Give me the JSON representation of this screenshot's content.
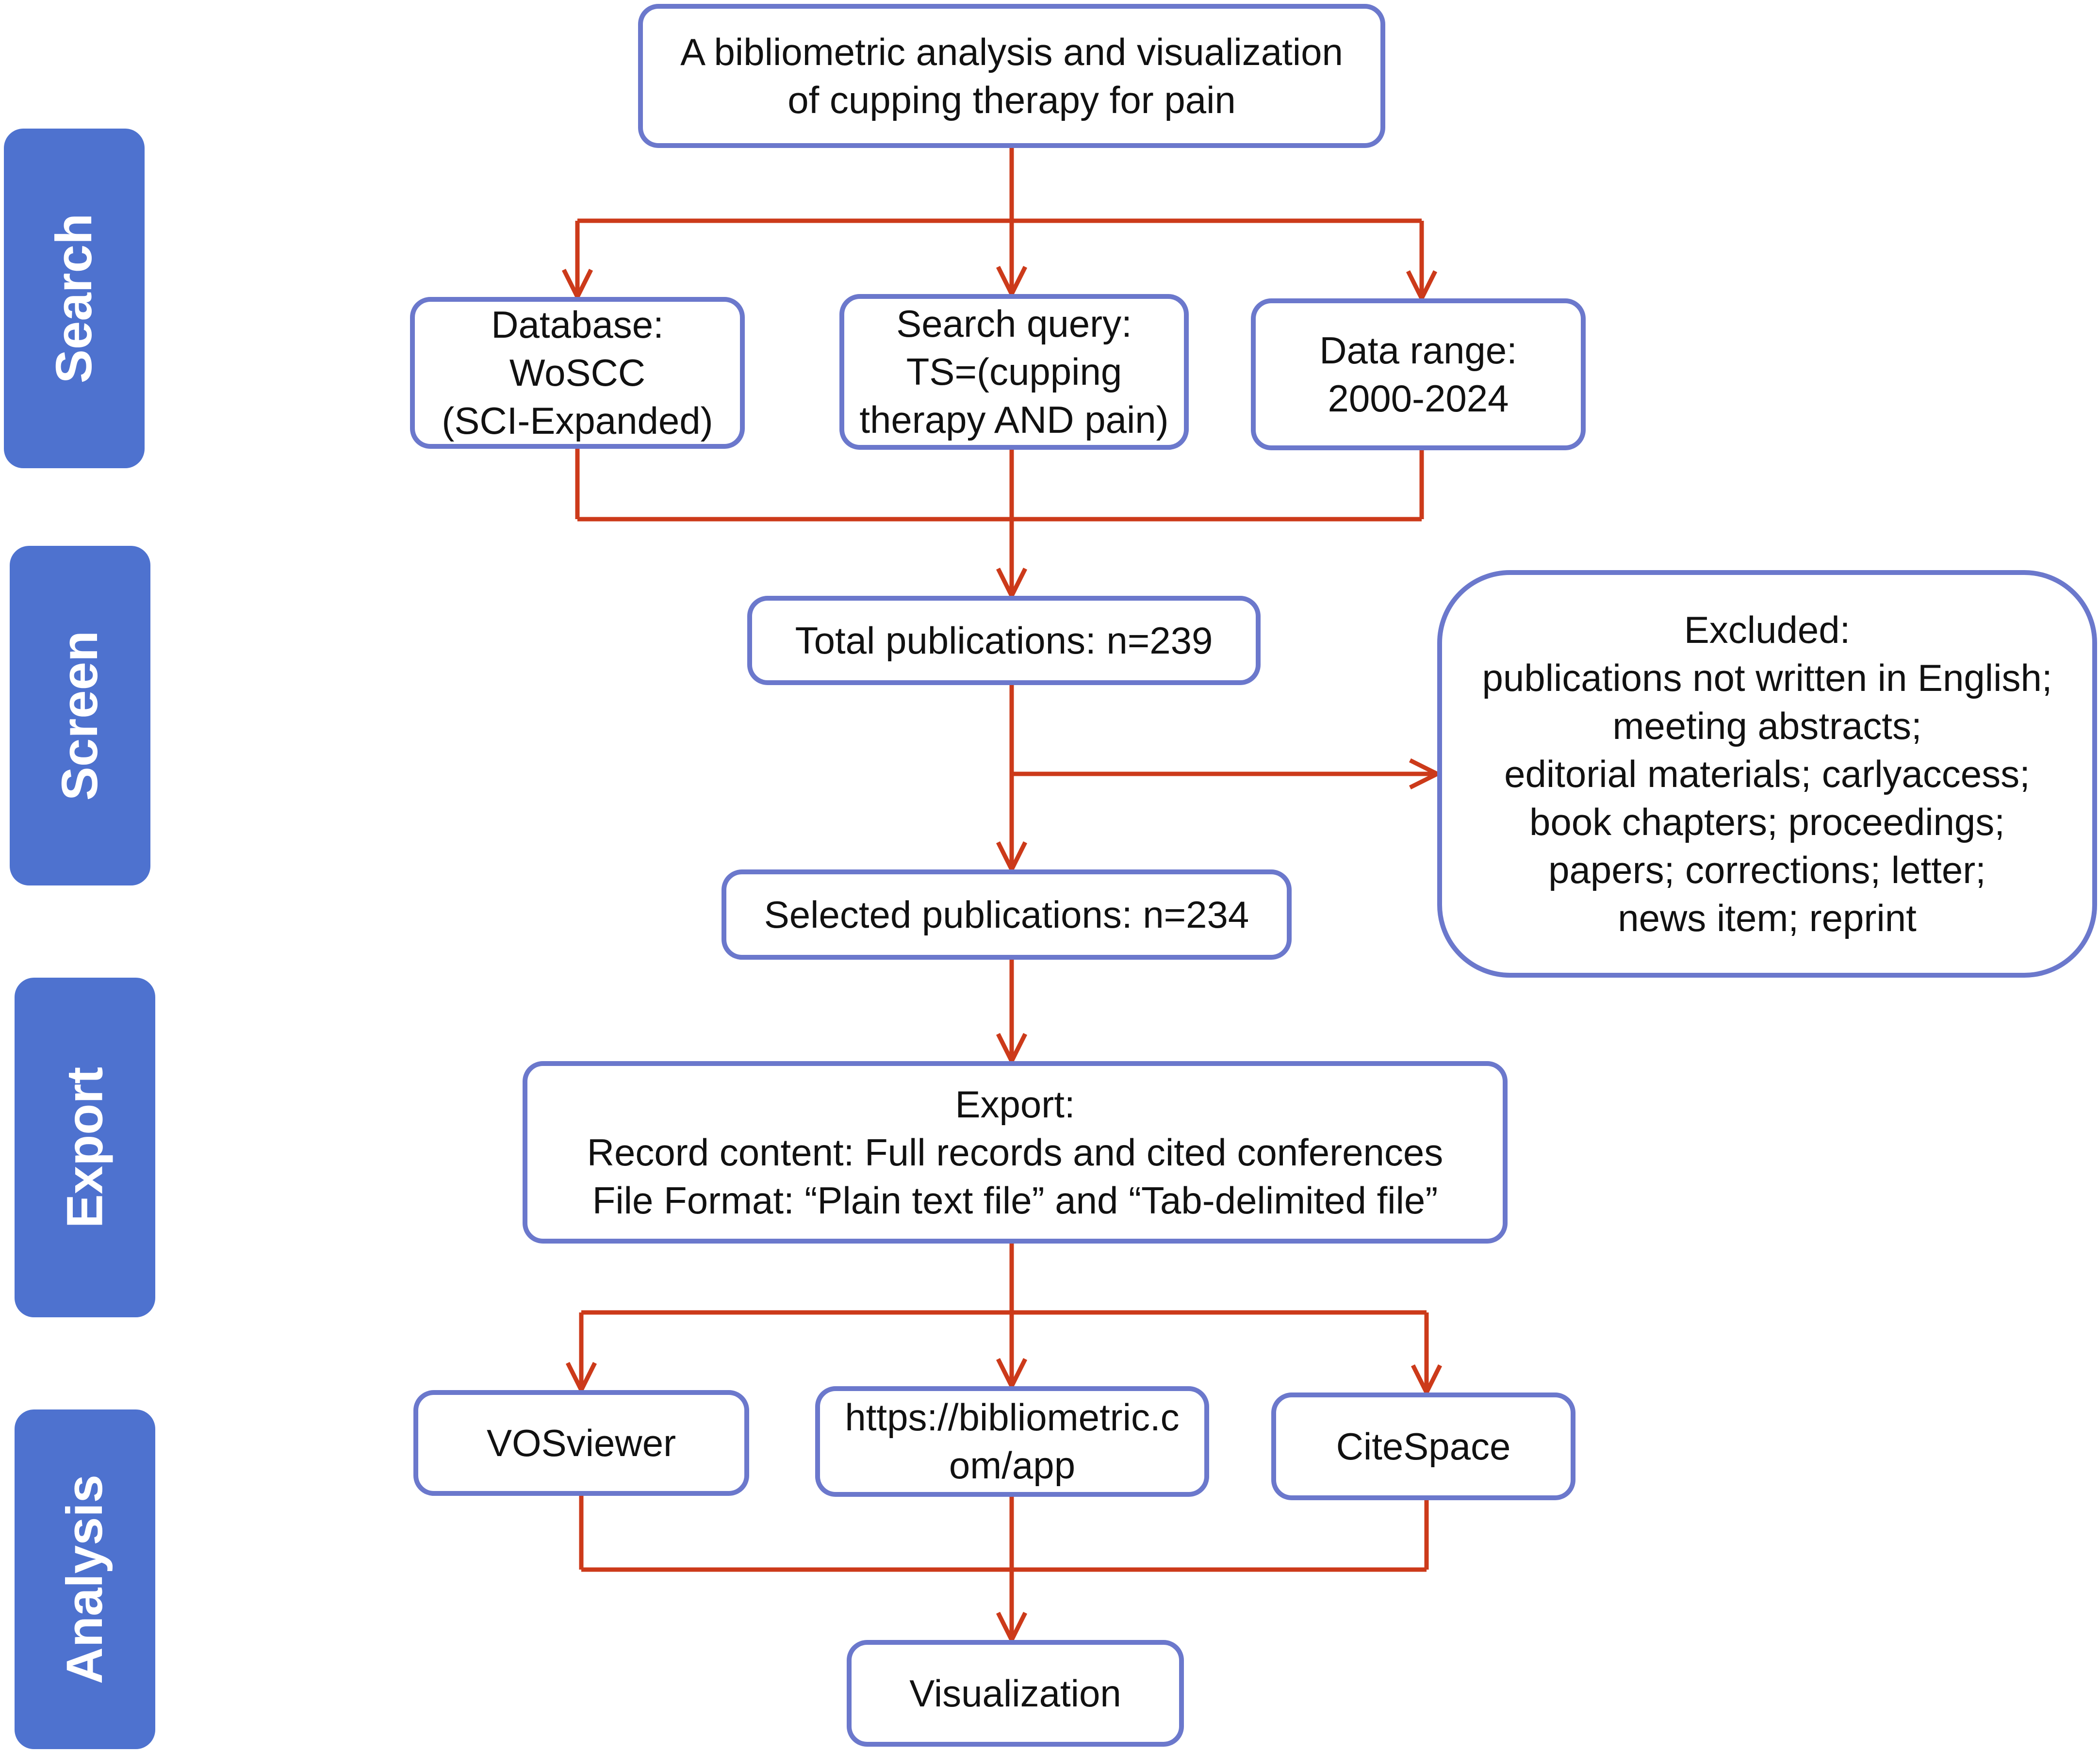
{
  "title_box": {
    "lines": [
      "A bibliometric analysis and visualization",
      "of cupping therapy for pain"
    ]
  },
  "phases": {
    "search": "Search",
    "screen": "Screen",
    "export": "Export",
    "analysis": "Analysis"
  },
  "search": {
    "database": {
      "lines": [
        "Database:",
        "WoSCC",
        "(SCI-Expanded)"
      ]
    },
    "query": {
      "lines": [
        "Search query:",
        "TS=(cupping",
        "therapy AND pain)"
      ]
    },
    "range": {
      "lines": [
        "Data range:",
        "2000-2024"
      ]
    }
  },
  "screen": {
    "total": "Total publications: n=239",
    "selected": "Selected publications: n=234",
    "excluded": {
      "lines": [
        "Excluded:",
        "publications not written in English;",
        "meeting abstracts;",
        "editorial materials; carlyaccess;",
        "book chapters; proceedings;",
        "papers; corrections; letter;",
        "news item; reprint"
      ]
    }
  },
  "export": {
    "lines": [
      "Export:",
      "Record content: Full records and cited conferences",
      "File Format: “Plain text file” and “Tab-delimited file”"
    ]
  },
  "analysis": {
    "vosviewer": "VOSviewer",
    "biblio": {
      "lines": [
        "https://bibliometric.c",
        "om/app"
      ]
    },
    "citespace": "CiteSpace",
    "visualization": "Visualization"
  },
  "colors": {
    "phase_fill": "#4e72cf",
    "box_border": "#6b78cc",
    "arrow": "#cc3a1a"
  }
}
